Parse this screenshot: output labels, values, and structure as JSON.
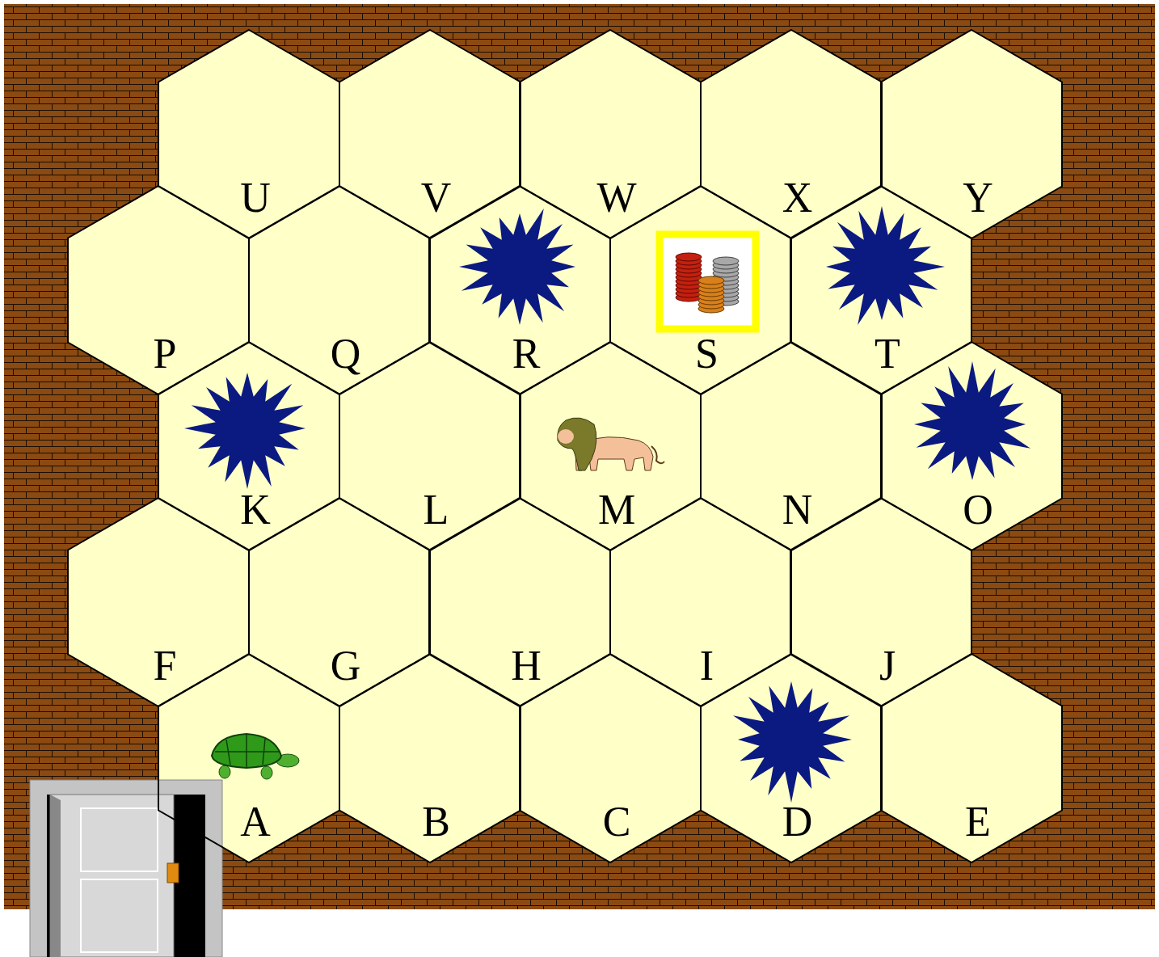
{
  "diagram": {
    "nodes": [
      {
        "text": [
          "U"
        ]
      },
      {
        "text": [
          "V"
        ]
      },
      {
        "text": [
          "W"
        ]
      },
      {
        "text": [
          "X"
        ]
      },
      {
        "text": [
          "Y"
        ]
      },
      {
        "text": [
          "P"
        ]
      },
      {
        "text": [
          "Q"
        ]
      },
      {
        "text": [
          "R"
        ]
      },
      {
        "text": [
          "S"
        ]
      },
      {
        "text": [
          "T"
        ]
      },
      {
        "text": [
          "K"
        ]
      },
      {
        "text": [
          "L"
        ]
      },
      {
        "text": [
          "M"
        ]
      },
      {
        "text": [
          "N"
        ]
      },
      {
        "text": [
          "O"
        ]
      },
      {
        "text": [
          "F"
        ]
      },
      {
        "text": [
          "G"
        ]
      },
      {
        "text": [
          "H"
        ]
      },
      {
        "text": [
          "I"
        ]
      },
      {
        "text": [
          "J"
        ]
      },
      {
        "text": [
          "A"
        ]
      },
      {
        "text": [
          "B"
        ]
      },
      {
        "text": [
          "C"
        ]
      },
      {
        "text": [
          "D"
        ]
      },
      {
        "text": [
          "E"
        ]
      }
    ]
  }
}
